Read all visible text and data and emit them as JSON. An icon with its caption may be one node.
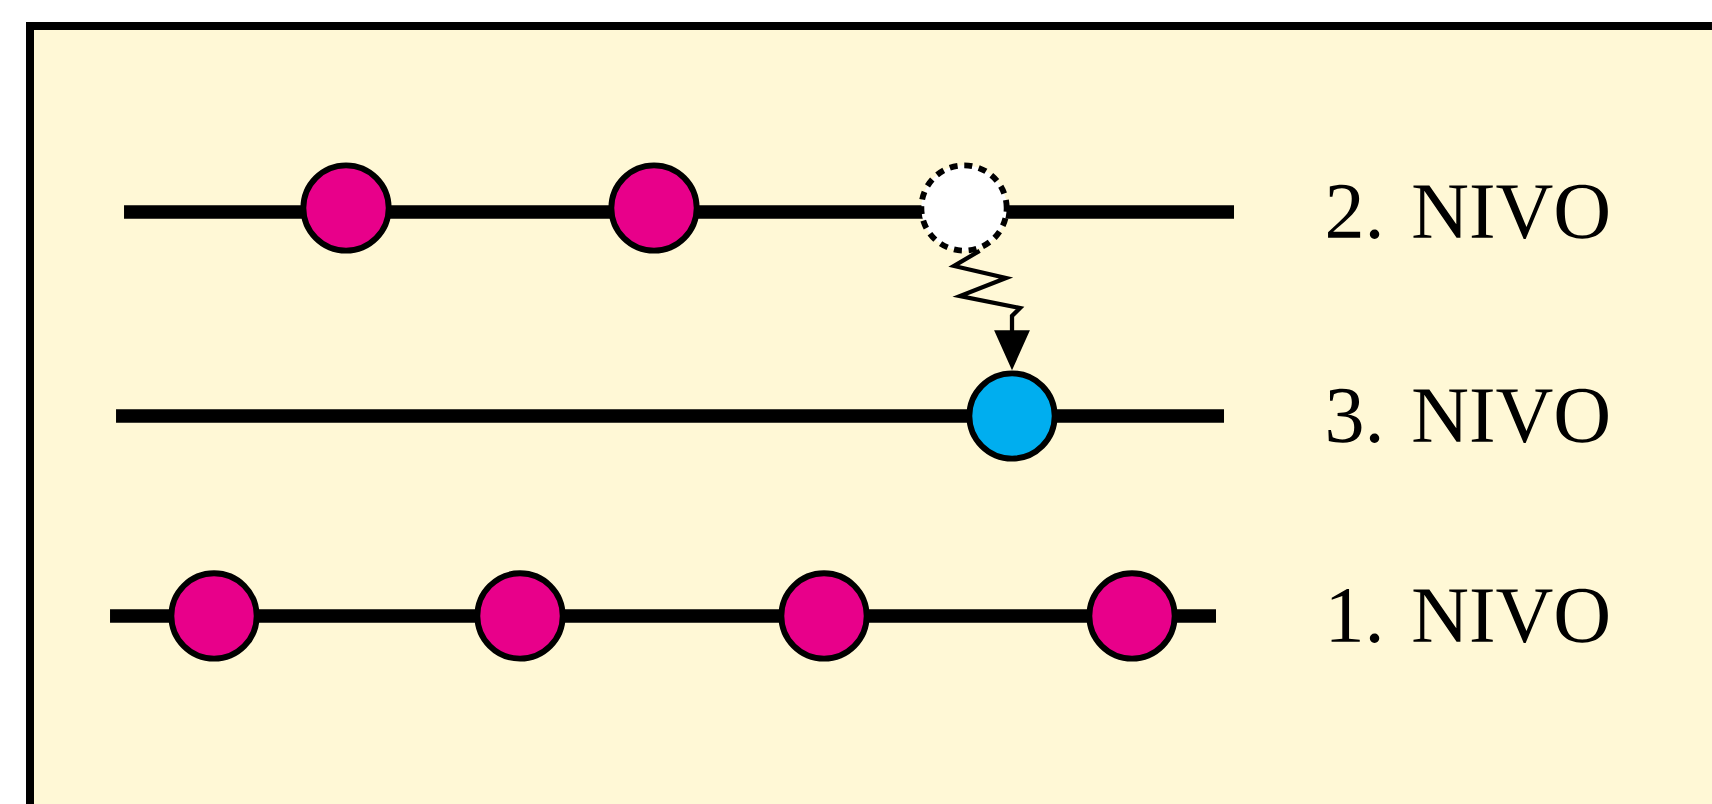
{
  "diagram": {
    "nodes": [
      {
        "text": [],
        "shape": "circle"
      },
      {
        "text": [],
        "shape": "circle"
      }
    ],
    "edges": [
      {
        "from": 0,
        "to": 1,
        "arrow": "to"
      }
    ],
    "labels": [
      "2. NIVO",
      "3. NIVO",
      "1. NIVO"
    ]
  }
}
